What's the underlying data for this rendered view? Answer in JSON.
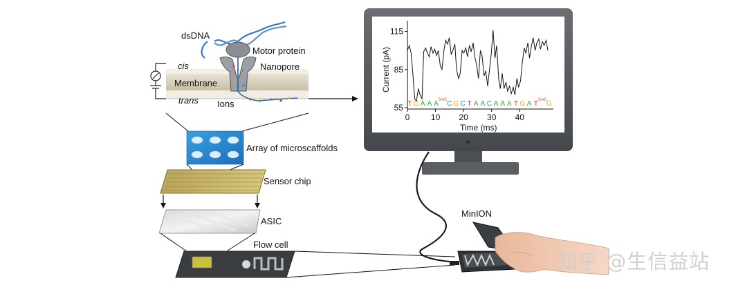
{
  "labels": {
    "dsdna": "dsDNA",
    "motor_protein": "Motor protein",
    "cis": "cis",
    "nanopore": "Nanopore",
    "membrane": "Membrane",
    "trans": "trans",
    "ions": "Ions",
    "array": "Array of microscaffolds",
    "sensor_chip": "Sensor chip",
    "asic": "ASIC",
    "flow_cell": "Flow cell",
    "minion": "MinION"
  },
  "watermark": "知乎 @生信益站",
  "chart_data": {
    "type": "line",
    "xlabel": "Time (ms)",
    "ylabel": "Current (pA)",
    "xlim": [
      0,
      52
    ],
    "ylim": [
      55,
      118
    ],
    "x_ticks": [
      0,
      10,
      20,
      30,
      40
    ],
    "y_ticks": [
      55,
      85,
      115
    ],
    "series": [
      {
        "color": "#111111",
        "x": [
          0,
          0.7,
          1.3,
          2,
          2.6,
          3.2,
          3.9,
          4.5,
          5.2,
          5.8,
          6.5,
          7.1,
          7.8,
          8.4,
          9.1,
          9.7,
          10.4,
          11,
          11.7,
          12.3,
          13,
          13.6,
          14.3,
          14.9,
          15.6,
          16.2,
          16.9,
          17.5,
          18.2,
          18.8,
          19.5,
          20.1,
          20.8,
          21.4,
          22.1,
          22.7,
          23.4,
          24,
          24.7,
          25.3,
          26,
          26.6,
          27.3,
          27.9,
          28.6,
          29.2,
          29.9,
          30.5,
          31.2,
          31.8,
          32.5,
          33.1,
          33.8,
          34.4,
          35.1,
          35.7,
          36.4,
          37,
          37.7,
          38.3,
          39,
          39.6,
          40.3,
          40.9,
          41.6,
          42.2,
          42.9,
          43.5,
          44.2,
          44.8,
          45.5,
          46.1,
          46.8,
          47.4,
          48.1,
          48.7,
          49.4,
          50
        ],
        "y": [
          100,
          104,
          98,
          80,
          62,
          60,
          70,
          65,
          62,
          99,
          102,
          98,
          95,
          103,
          98,
          101,
          96,
          100,
          88,
          85,
          100,
          108,
          105,
          110,
          97,
          100,
          105,
          85,
          78,
          82,
          100,
          98,
          102,
          95,
          104,
          99,
          106,
          95,
          88,
          78,
          100,
          96,
          80,
          84,
          72,
          84,
          98,
          116,
          94,
          104,
          78,
          70,
          82,
          70,
          75,
          68,
          72,
          66,
          71,
          65,
          78,
          71,
          76,
          90,
          102,
          98,
          106,
          94,
          104,
          110,
          100,
          106,
          109,
          101,
          107,
          104,
          108,
          100
        ]
      }
    ],
    "bases": [
      {
        "t": "T",
        "c": "#e53935"
      },
      {
        "t": "G",
        "c": "#f9a825"
      },
      {
        "t": "A",
        "c": "#43a047"
      },
      {
        "t": "A",
        "c": "#43a047"
      },
      {
        "t": "A",
        "c": "#43a047"
      },
      {
        "t": "5mC",
        "c": "#e65100",
        "sup": true
      },
      {
        "t": "C",
        "c": "#1e88e5"
      },
      {
        "t": "G",
        "c": "#f9a825"
      },
      {
        "t": "C",
        "c": "#1e88e5"
      },
      {
        "t": "T",
        "c": "#e53935"
      },
      {
        "t": "A",
        "c": "#43a047"
      },
      {
        "t": "A",
        "c": "#43a047"
      },
      {
        "t": "C",
        "c": "#1e88e5"
      },
      {
        "t": "A",
        "c": "#43a047"
      },
      {
        "t": "A",
        "c": "#43a047"
      },
      {
        "t": "A",
        "c": "#43a047"
      },
      {
        "t": "T",
        "c": "#e53935"
      },
      {
        "t": "G",
        "c": "#f9a825"
      },
      {
        "t": "A",
        "c": "#43a047"
      },
      {
        "t": "T",
        "c": "#e53935"
      },
      {
        "t": "5mC",
        "c": "#e65100",
        "sup": true
      },
      {
        "t": "G",
        "c": "#f9a825"
      }
    ]
  }
}
